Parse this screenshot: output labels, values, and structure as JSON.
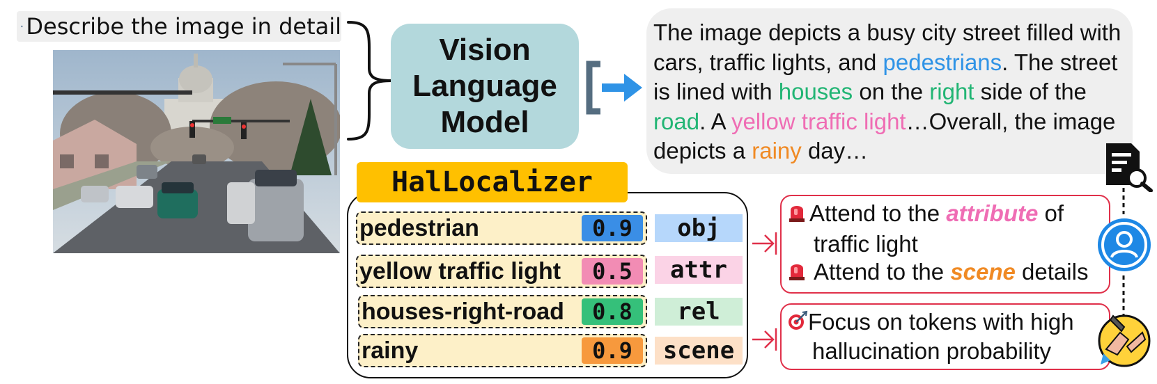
{
  "prompt": {
    "text": "Describe the image in detail"
  },
  "model": {
    "line1": "Vision",
    "line2": "Language",
    "line3": "Model"
  },
  "output": {
    "p1": "The image depicts a busy city street filled with cars, traffic lights, and ",
    "w_pedestrians": "pedestrians",
    "p2": ". The street is lined with ",
    "w_houses": "houses",
    "p3": " on the ",
    "w_right": "right",
    "p4": " side of the ",
    "w_road": "road",
    "p5": ". A ",
    "w_yellow": "yellow traffic light",
    "p6": "…Overall, the image depicts a ",
    "w_rainy": "rainy",
    "p7": " day…"
  },
  "hallocalizer": {
    "title": "HalLocalizer",
    "rows": [
      {
        "token": "pedestrian",
        "score": "0.9",
        "tag": "obj",
        "score_color": "#3a8ee6",
        "tag_color": "#b6d7fb"
      },
      {
        "token": "yellow traffic light",
        "score": "0.5",
        "tag": "attr",
        "score_color": "#f28cb4",
        "tag_color": "#fbd3e6"
      },
      {
        "token": "houses-right-road",
        "score": "0.8",
        "tag": "rel",
        "score_color": "#35c07a",
        "tag_color": "#cfeed7"
      },
      {
        "token": "rainy",
        "score": "0.9",
        "tag": "scene",
        "score_color": "#f7993d",
        "tag_color": "#fde0c7"
      }
    ]
  },
  "guidance": {
    "box1": {
      "l1a": "Attend to the ",
      "l1b": "attribute",
      "l1c": " of",
      "l2": "traffic light",
      "l3a": "Attend to the ",
      "l3b": "scene",
      "l3c": " details"
    },
    "box2": {
      "l1": "Focus on tokens with high",
      "l2": "hallucination probability"
    }
  },
  "colors": {
    "accent_red": "#e0304a",
    "arrow_blue": "#2f93e6",
    "vlm_bg": "#b3d8dc",
    "title_bg": "#ffc000"
  }
}
